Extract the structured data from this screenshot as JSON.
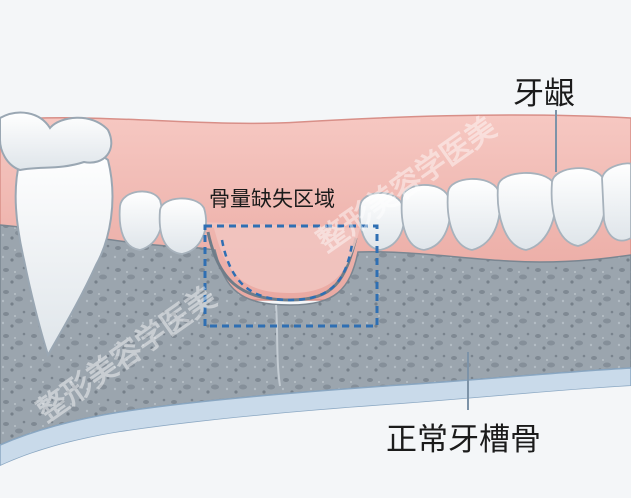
{
  "labels": {
    "gum": "牙龈",
    "bone_defect": "骨量缺失区域",
    "normal_bone": "正常牙槽骨"
  },
  "watermark": "整形美容学医美",
  "colors": {
    "background": "#f4f6f8",
    "gum": "#f2b7b0",
    "bone": "#9aa4ad",
    "cortical": "#c9daea",
    "tooth": "#f9fbfc",
    "defect_outline": "#2f6fb3",
    "leader": "#7d93a8"
  }
}
